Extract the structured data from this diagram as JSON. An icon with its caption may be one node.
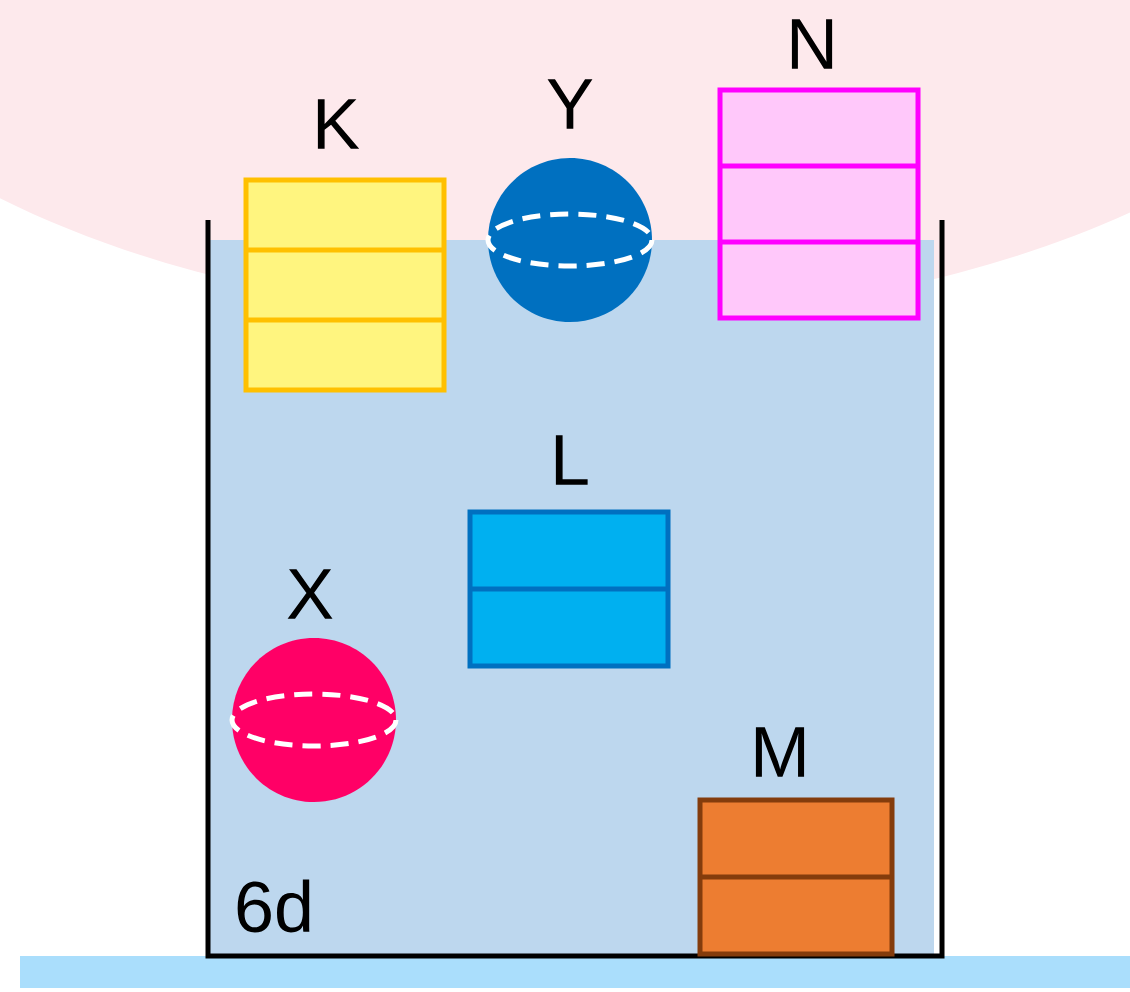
{
  "diagram": {
    "nodes": [
      {
        "text": [
          "6d"
        ]
      },
      {
        "text": [
          "K"
        ]
      },
      {
        "text": [
          "Y"
        ]
      },
      {
        "text": [
          "N"
        ]
      },
      {
        "text": [
          "L"
        ],
        "in": 0
      },
      {
        "text": [
          "X"
        ],
        "in": 0
      },
      {
        "text": [
          "M"
        ],
        "in": 0
      }
    ]
  }
}
